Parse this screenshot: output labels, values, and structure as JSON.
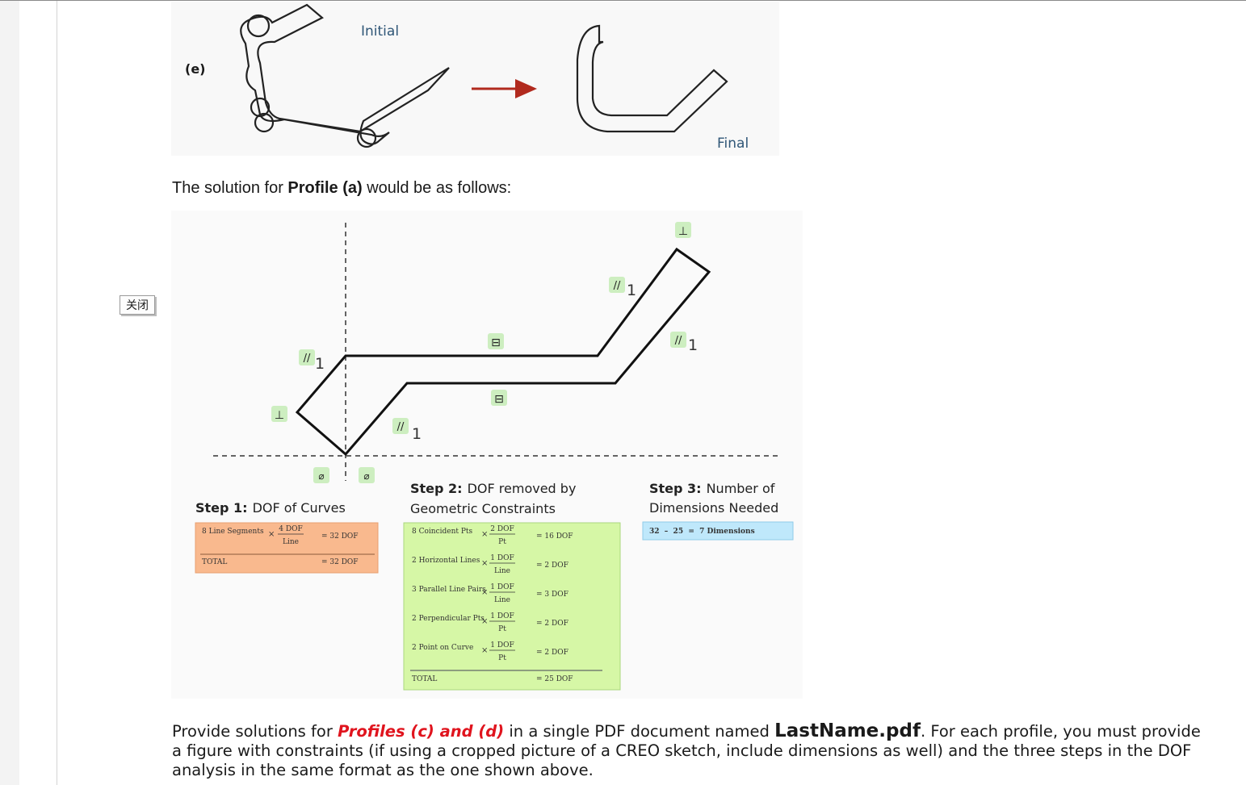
{
  "ui": {
    "close_button": "关闭"
  },
  "figure_e": {
    "label": "(e)",
    "initial": "Initial",
    "final": "Final"
  },
  "solution": {
    "pre": "The solution for ",
    "bold": "Profile (a)",
    "post": " would be as follows:"
  },
  "figure_a": {
    "constraint_one": "1",
    "step1": {
      "title_bold": "Step 1:",
      "title_rest": "DOF of Curves",
      "rows": [
        {
          "label": "8 Line Segments",
          "num": "4 DOF",
          "den": "Line",
          "result": "= 32 DOF"
        }
      ],
      "total_label": "TOTAL",
      "total_value": "= 32 DOF",
      "color": "#f9b98e"
    },
    "step2": {
      "title_bold": "Step 2:",
      "title_rest_1": "DOF removed by",
      "title_rest_2": "Geometric Constraints",
      "rows": [
        {
          "label": "8 Coincident Pts",
          "num": "2 DOF",
          "den": "Pt",
          "result": "= 16 DOF"
        },
        {
          "label": "2 Horizontal Lines",
          "num": "1 DOF",
          "den": "Line",
          "result": "= 2 DOF"
        },
        {
          "label": "3 Parallel Line Pairs",
          "num": "1 DOF",
          "den": "Line",
          "result": "= 3 DOF"
        },
        {
          "label": "2 Perpendicular Pts",
          "num": "1 DOF",
          "den": "Pt",
          "result": "= 2 DOF"
        },
        {
          "label": "2 Point on Curve",
          "num": "1 DOF",
          "den": "Pt",
          "result": "= 2 DOF"
        }
      ],
      "total_label": "TOTAL",
      "total_value": "= 25 DOF",
      "color": "#d6f7a6"
    },
    "step3": {
      "title_bold": "Step 3:",
      "title_rest_1": "Number of",
      "title_rest_2": "Dimensions Needed",
      "formula": "32  –  25  =  7 Dimensions",
      "color": "#bfe8fb"
    }
  },
  "instructions": {
    "part1": "Provide solutions for ",
    "red": "Profiles (c) and (d)",
    "part2": " in a single PDF document named ",
    "filename": "LastName.pdf",
    "part3": ".  For each profile, you must provide a figure with constraints (if using a cropped picture of a CREO sketch, include dimensions as well) and the three steps in the DOF analysis in the same format as the one shown above."
  }
}
